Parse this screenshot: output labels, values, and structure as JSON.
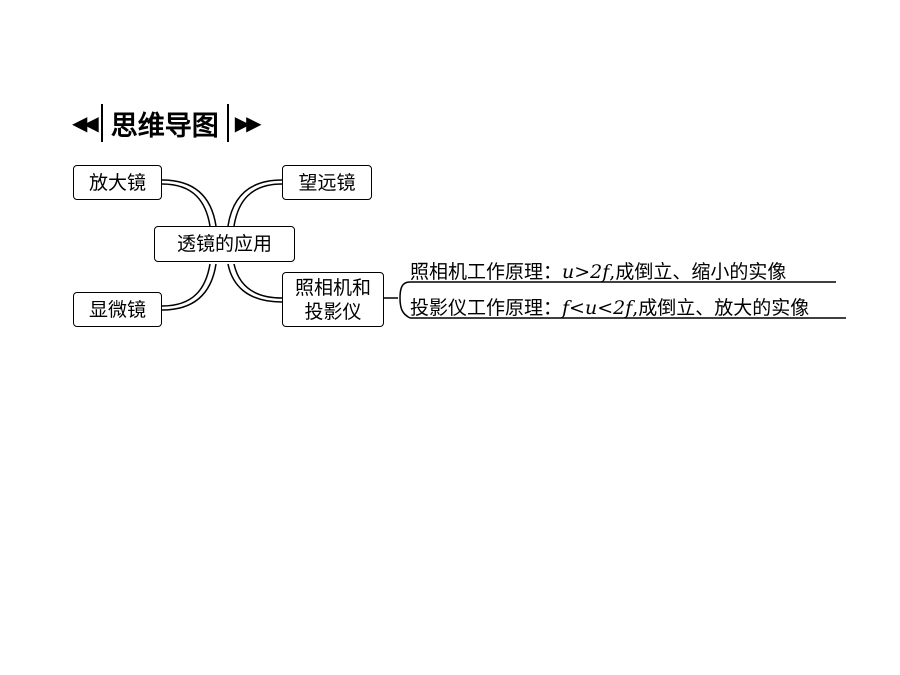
{
  "header": {
    "left_arrows": "◀◀",
    "title": "思维导图",
    "right_arrows": "▶▶"
  },
  "mindmap": {
    "center": "透镜的应用",
    "magnifier": "放大镜",
    "telescope": "望远镜",
    "microscope": "显微镜",
    "camera_projector_line1": "照相机和",
    "camera_projector_line2": "投影仪",
    "camera_rule_prefix": "照相机工作原理：",
    "camera_rule_formula": "u>2f",
    "camera_rule_suffix": ",成倒立、缩小的实像",
    "projector_rule_prefix": "投影仪工作原理：",
    "projector_rule_formula": "f<u<2f",
    "projector_rule_suffix": ",成倒立、放大的实像"
  }
}
